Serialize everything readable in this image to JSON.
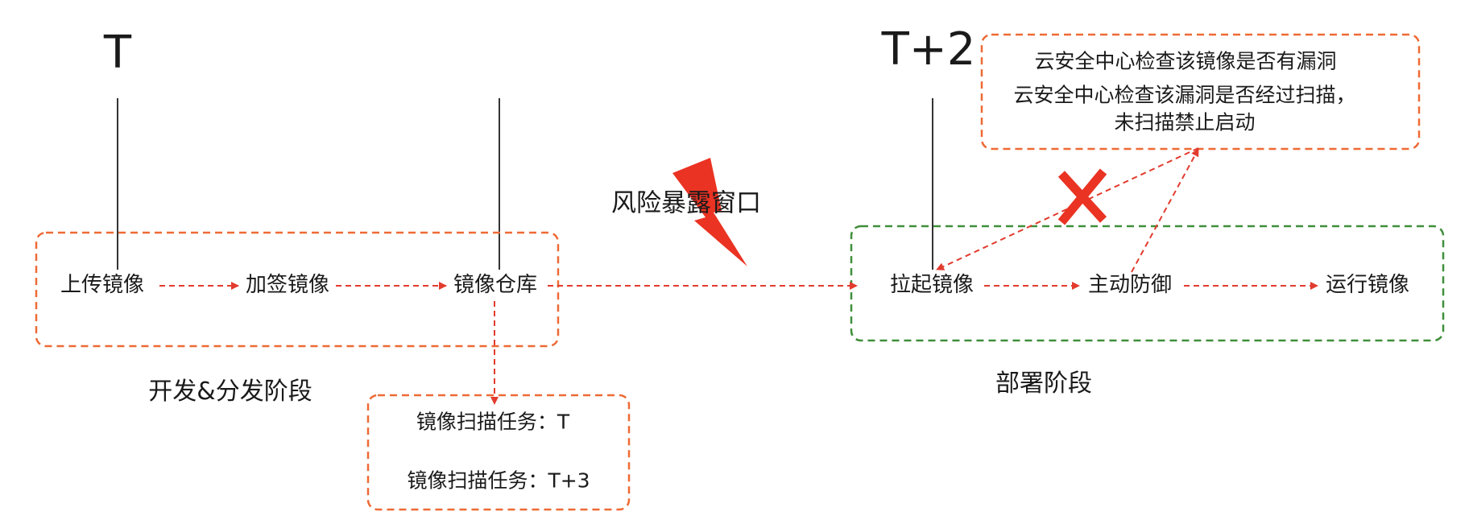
{
  "time_marks": {
    "t": "T",
    "t2": "T+2"
  },
  "dev_stage": {
    "label": "开发&分发阶段",
    "nodes": {
      "upload": "上传镜像",
      "sign": "加签镜像",
      "repo": "镜像仓库"
    }
  },
  "scan_box": {
    "task_1": "镜像扫描任务：T",
    "task_2": "镜像扫描任务：T+3"
  },
  "risk_window": "风险暴露窗口",
  "deploy_stage": {
    "label": "部署阶段",
    "nodes": {
      "pull": "拉起镜像",
      "defense": "主动防御",
      "run": "运行镜像"
    }
  },
  "security_center_box": {
    "line_1": "云安全中心检查该镜像是否有漏洞",
    "line_2": "云安全中心检查该漏洞是否经过扫描，未扫描禁止启动"
  },
  "colors": {
    "orange_dashed": "#ee6a35",
    "red_arrow": "#e23b2e",
    "green_dashed": "#3f8f3a",
    "lightning": "#ea3323",
    "text": "#1a1a1a"
  }
}
